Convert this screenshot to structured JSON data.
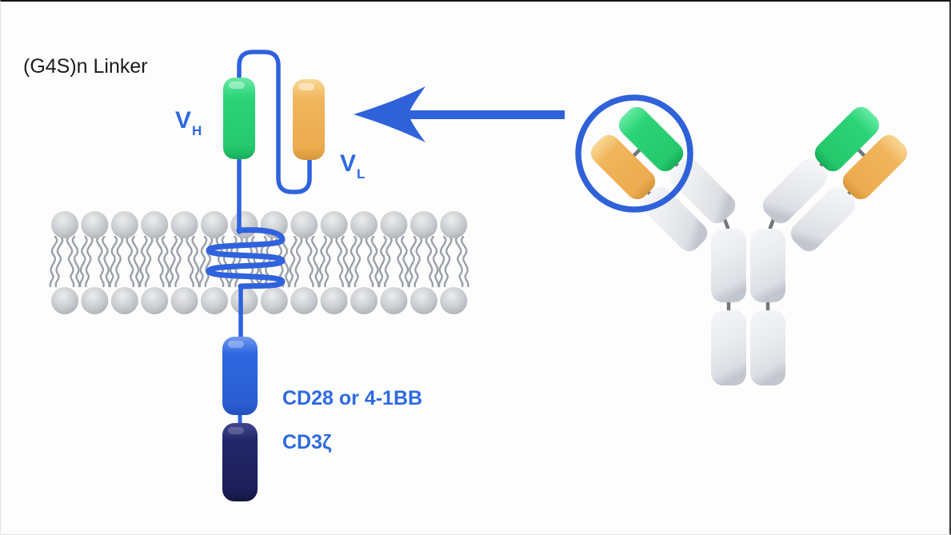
{
  "figure": {
    "title": "(G4S)n Linker",
    "labels": {
      "vh": {
        "main": "V",
        "sub": "H"
      },
      "vl": {
        "main": "V",
        "sub": "L"
      },
      "costimulatory": "CD28 or 4-1BB",
      "signaling": "CD3ζ"
    },
    "colors": {
      "vh_green": "#2bd476",
      "vl_orange": "#f1b55c",
      "costim_blue": "#2e68e0",
      "cd3zeta_navy": "#23276a",
      "linker_blue": "#2f62dd",
      "arrow_blue": "#2f62d9",
      "circle_blue": "#2f62d9",
      "label_blue": "#2e6ae0",
      "title_color": "#1c1c1c",
      "membrane_head_gray": "#c9ccd0",
      "membrane_tail_gray": "#9aa0a7",
      "antibody_gray": "#e9ebef",
      "connector_gray": "#72767d"
    }
  }
}
